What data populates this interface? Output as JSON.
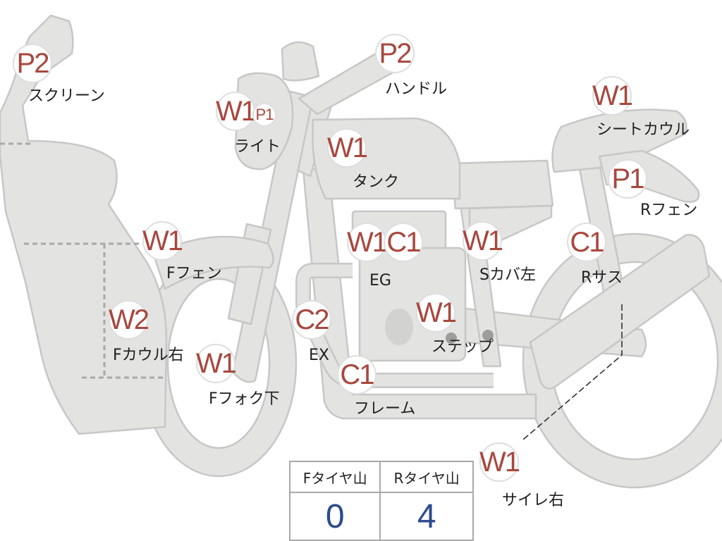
{
  "colors": {
    "part_fill": "#e3e3e1",
    "part_stroke": "#c7c7c5",
    "badge_text": "#a8473e",
    "value_text": "#2d4a8f"
  },
  "badges": [
    {
      "id": "screen",
      "code": "P2",
      "label": "スクリーン"
    },
    {
      "id": "handle",
      "code": "P2",
      "label": "ハンドル"
    },
    {
      "id": "light",
      "code": "W1",
      "sub_code": "P1",
      "label": "ライト"
    },
    {
      "id": "tank",
      "code": "W1",
      "label": "タンク"
    },
    {
      "id": "seat-cowl",
      "code": "W1",
      "label": "シートカウル"
    },
    {
      "id": "r-fender",
      "code": "P1",
      "label": "Rフェン"
    },
    {
      "id": "f-fender",
      "code": "W1",
      "label": "Fフェン"
    },
    {
      "id": "engine",
      "code": "W1",
      "sub_code": "C1",
      "label": "EG"
    },
    {
      "id": "side-cover-left",
      "code": "W1",
      "label": "Sカバ左"
    },
    {
      "id": "r-suspension",
      "code": "C1",
      "label": "Rサス"
    },
    {
      "id": "exhaust",
      "code": "C2",
      "label": "EX"
    },
    {
      "id": "step",
      "code": "W1",
      "label": "ステップ"
    },
    {
      "id": "f-cowl-right",
      "code": "W2",
      "label": "Fカウル右"
    },
    {
      "id": "f-fork-lower",
      "code": "W1",
      "label": "Fフォク下"
    },
    {
      "id": "frame",
      "code": "C1",
      "label": "フレーム"
    },
    {
      "id": "silencer-right",
      "code": "W1",
      "label": "サイレ右"
    }
  ],
  "tread": {
    "front_label": "Fタイヤ山",
    "rear_label": "Rタイヤ山",
    "front_value": "0",
    "rear_value": "4"
  }
}
